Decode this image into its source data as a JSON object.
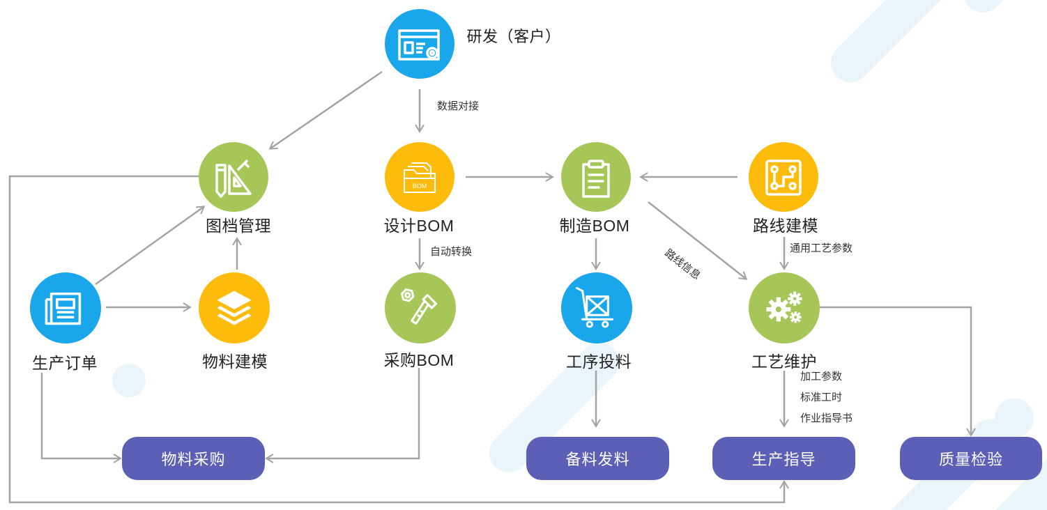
{
  "nodes": {
    "rd": {
      "label": "研发（客户）",
      "color": "#1aa6ea",
      "icon": "web-settings-icon"
    },
    "drawing": {
      "label": "图档管理",
      "color": "#a6c758",
      "icon": "pencil-ruler-icon"
    },
    "design_bom": {
      "label": "设计BOM",
      "color": "#fdbb0c",
      "icon": "bom-folder-icon"
    },
    "mfg_bom": {
      "label": "制造BOM",
      "color": "#a6c758",
      "icon": "clipboard-icon"
    },
    "routing": {
      "label": "路线建模",
      "color": "#fdbb0c",
      "icon": "route-icon"
    },
    "order": {
      "label": "生产订单",
      "color": "#1aa6ea",
      "icon": "document-icon"
    },
    "material_model": {
      "label": "物料建模",
      "color": "#fdbb0c",
      "icon": "layers-icon"
    },
    "purchase_bom": {
      "label": "采购BOM",
      "color": "#a6c758",
      "icon": "bolt-nut-icon"
    },
    "process_feed": {
      "label": "工序投料",
      "color": "#1aa6ea",
      "icon": "cart-icon"
    },
    "process_maint": {
      "label": "工艺维护",
      "color": "#a6c758",
      "icon": "gears-icon"
    }
  },
  "outputs": {
    "purchase": "物料采购",
    "prep": "备料发料",
    "guidance": "生产指导",
    "quality": "质量检验"
  },
  "edge_labels": {
    "data_link": "数据对接",
    "auto_convert": "自动转换",
    "route_info": "路线信息",
    "common_params": "通用工艺参数",
    "guidance_items": [
      "加工参数",
      "标准工时",
      "作业指导书"
    ]
  },
  "colors": {
    "arrow": "#a3a3a3",
    "pill": "#5b5fb6",
    "deco": "#e3f1fb"
  }
}
